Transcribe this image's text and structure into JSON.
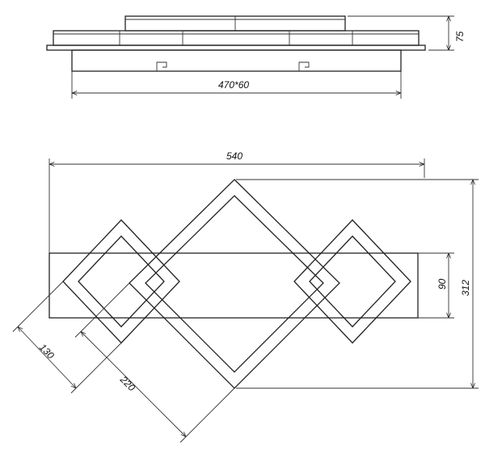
{
  "dimensions": {
    "side_height": "75",
    "base_width": "470*60",
    "overall_width": "540",
    "overall_height": "312",
    "base_plate_height": "90",
    "small_square": "130",
    "large_square": "220"
  },
  "colors": {
    "line": "#222222",
    "background": "#ffffff"
  }
}
